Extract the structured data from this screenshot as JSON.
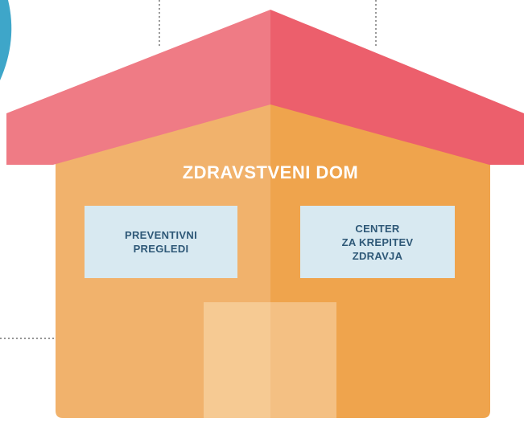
{
  "building": {
    "sign": "ZDRAVSTVENI DOM",
    "panels": [
      {
        "label": "PREVENTIVNI\nPREGLEDI"
      },
      {
        "label": "CENTER\nZA KREPITEV\nZDRAVJA"
      }
    ]
  },
  "colors": {
    "roof_light": "#ef7b85",
    "roof_dark": "#ec5f6c",
    "wall_light": "#f1b26c",
    "wall_dark": "#efa44d",
    "door_light": "#f6ca93",
    "door_dark": "#f4c083",
    "panel_fill": "#d8e9f1",
    "panel_text": "#2e5877",
    "circle": "#3ea6c9",
    "connector": "#555555"
  }
}
